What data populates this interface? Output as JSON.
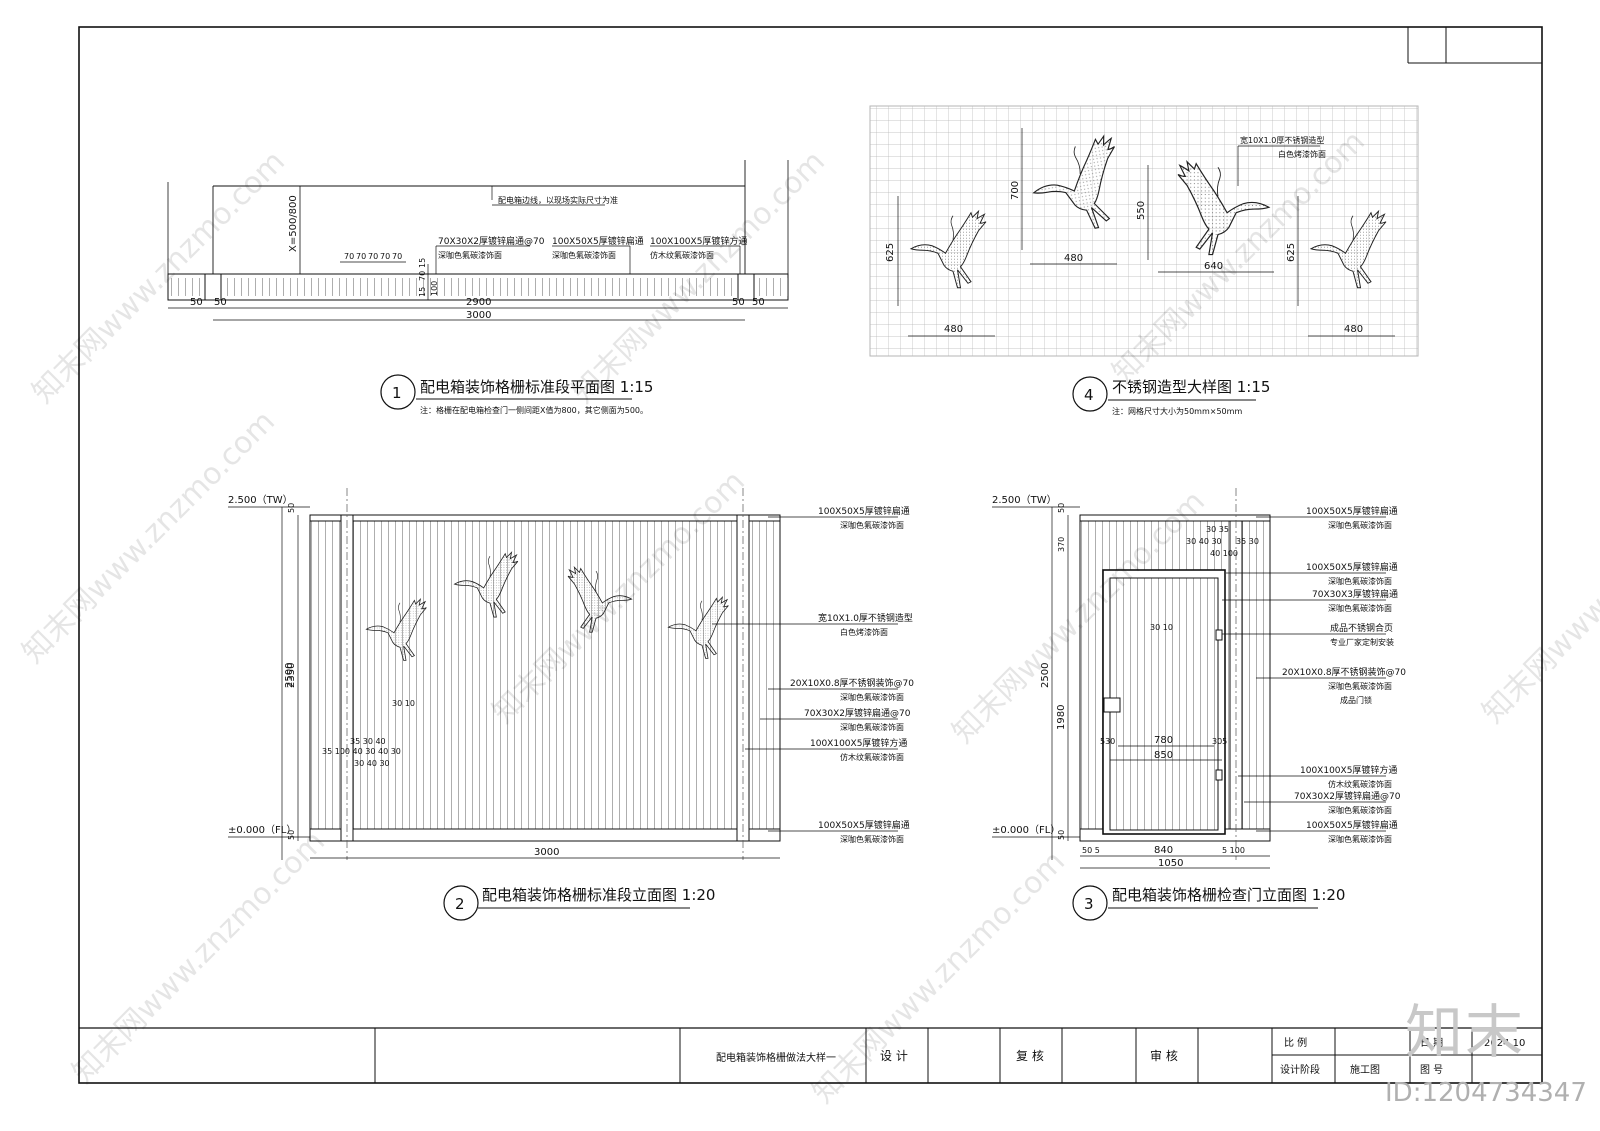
{
  "drawing": {
    "view1": {
      "number": "1",
      "title": "配电箱装饰格栅标准段平面图  1:15",
      "note": "注：格栅在配电箱检查门一侧间距X值为800，其它侧面为500。",
      "callouts": {
        "line": "配电箱边线，以现场实际尺寸为准",
        "flat70": "70X30X2厚镀锌扁通@70",
        "flat70_sub": "深咖色氟碳漆饰面",
        "flat100": "100X50X5厚镀锌扁通",
        "flat100_sub": "深咖色氟碳漆饰面",
        "sq100": "100X100X5厚镀锌方通",
        "sq100_sub": "仿木纹氟碳漆饰面"
      },
      "dims": {
        "x_val": "X=500/800",
        "spacing": [
          "70",
          "70",
          "70",
          "70",
          "70"
        ],
        "d50": "50",
        "d2900": "2900",
        "d3000": "3000",
        "v15": "15",
        "v70": "70",
        "v100": "100",
        "v15b": "15"
      }
    },
    "view2": {
      "number": "2",
      "title": "配电箱装饰格栅标准段立面图  1:20",
      "level_top": "2.500（TW）",
      "level_bottom": "±0.000（FL）",
      "dims": {
        "d2500": "2500",
        "d2350": "2350",
        "d50": "50",
        "d3000": "3000",
        "d3010": "30  10",
        "row1": "35 30 40",
        "row2": "35 100 40 30 40 30",
        "row3": "30 40 30"
      },
      "callouts": [
        {
          "main": "100X50X5厚镀锌扁通",
          "sub": "深咖色氟碳漆饰面"
        },
        {
          "main": "宽10X1.0厚不锈钢造型",
          "sub": "白色烤漆饰面"
        },
        {
          "main": "20X10X0.8厚不锈钢装饰@70",
          "sub": "深咖色氟碳漆饰面"
        },
        {
          "main": "70X30X2厚镀锌扁通@70",
          "sub": "深咖色氟碳漆饰面"
        },
        {
          "main": "100X100X5厚镀锌方通",
          "sub": "仿木纹氟碳漆饰面"
        },
        {
          "main": "100X50X5厚镀锌扁通",
          "sub": "深咖色氟碳漆饰面"
        }
      ]
    },
    "view3": {
      "number": "3",
      "title": "配电箱装饰格栅检查门立面图  1:20",
      "level_top": "2.500（TW）",
      "level_bottom": "±0.000（FL）",
      "dims": {
        "d2500": "2500",
        "d1980": "1980",
        "d370": "370",
        "d50": "50",
        "top_a": "30 35",
        "top_b": "30 40 30",
        "top_c": "35 30",
        "top_d": "40 100",
        "d3010": "30  10",
        "d780": "780",
        "d850": "850",
        "d530": "530",
        "d305": "305",
        "d840": "840",
        "d1050": "1050",
        "d5": "50  5",
        "d100": "5  100"
      },
      "callouts": [
        {
          "main": "100X50X5厚镀锌扁通",
          "sub": "深咖色氟碳漆饰面"
        },
        {
          "main": "100X50X5厚镀锌扁通",
          "sub": "深咖色氟碳漆饰面"
        },
        {
          "main": "70X30X3厚镀锌扁通",
          "sub": "深咖色氟碳漆饰面"
        },
        {
          "main": "成品不锈钢合页",
          "sub": "专业厂家定制安装"
        },
        {
          "main": "20X10X0.8厚不锈钢装饰@70",
          "sub": "深咖色氟碳漆饰面",
          "sub2": "成品门锁"
        },
        {
          "main": "100X100X5厚镀锌方通",
          "sub": "仿木纹氟碳漆饰面"
        },
        {
          "main": "70X30X2厚镀锌扁通@70",
          "sub": "深咖色氟碳漆饰面"
        },
        {
          "main": "100X50X5厚镀锌扁通",
          "sub": "深咖色氟碳漆饰面"
        }
      ]
    },
    "view4": {
      "number": "4",
      "title": "不锈钢造型大样图  1:15",
      "note": "注：网格尺寸大小为50mm×50mm",
      "callout_main": "宽10X1.0厚不锈钢造型",
      "callout_sub": "白色烤漆饰面",
      "dims": {
        "h625a": "625",
        "w480a": "480",
        "h700": "700",
        "w480b": "480",
        "h550": "550",
        "w640": "640",
        "h625b": "625",
        "w480c": "480"
      }
    }
  },
  "title_block": {
    "drawing_name": "配电箱装饰格栅做法大样一",
    "design": "设 计",
    "review": "复 核",
    "approve": "审 核",
    "scale_label": "比  例",
    "date_label": "日  期",
    "date_value": "2024.10",
    "stage_label": "设计阶段",
    "stage_value": "施工图",
    "drawing_no_label": "图  号"
  },
  "watermark": {
    "text": "知末网www.znzmo.com",
    "logo": "知末",
    "id": "ID:1204734347"
  }
}
